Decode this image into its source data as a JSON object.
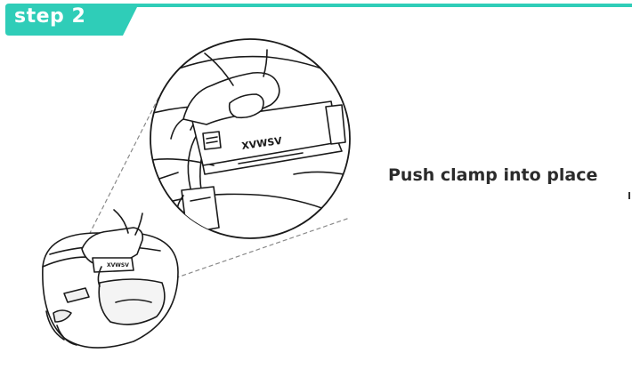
{
  "step": {
    "label": "step 2"
  },
  "instruction": {
    "text": "Push clamp into place"
  },
  "illustration": {
    "brand_text": "XVWSV",
    "brand_text_small": "XVWSV"
  },
  "colors": {
    "accent": "#2fcdb8",
    "text": "#2b2b2b",
    "line": "#1a1a1a"
  }
}
